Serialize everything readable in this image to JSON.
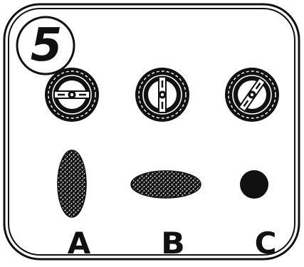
{
  "figure": {
    "step_number": "5",
    "knob_settings": [
      {
        "icon": "spray-nozzle-horizontal-icon"
      },
      {
        "icon": "spray-nozzle-vertical-icon"
      },
      {
        "icon": "spray-nozzle-diagonal-icon"
      }
    ],
    "patterns": [
      {
        "label": "A",
        "shape": "vertical-oval-spray"
      },
      {
        "label": "B",
        "shape": "horizontal-oval-spray"
      },
      {
        "label": "C",
        "shape": "round-jet"
      }
    ],
    "colors": {
      "ink": "#111111",
      "paper": "#ffffff"
    }
  }
}
